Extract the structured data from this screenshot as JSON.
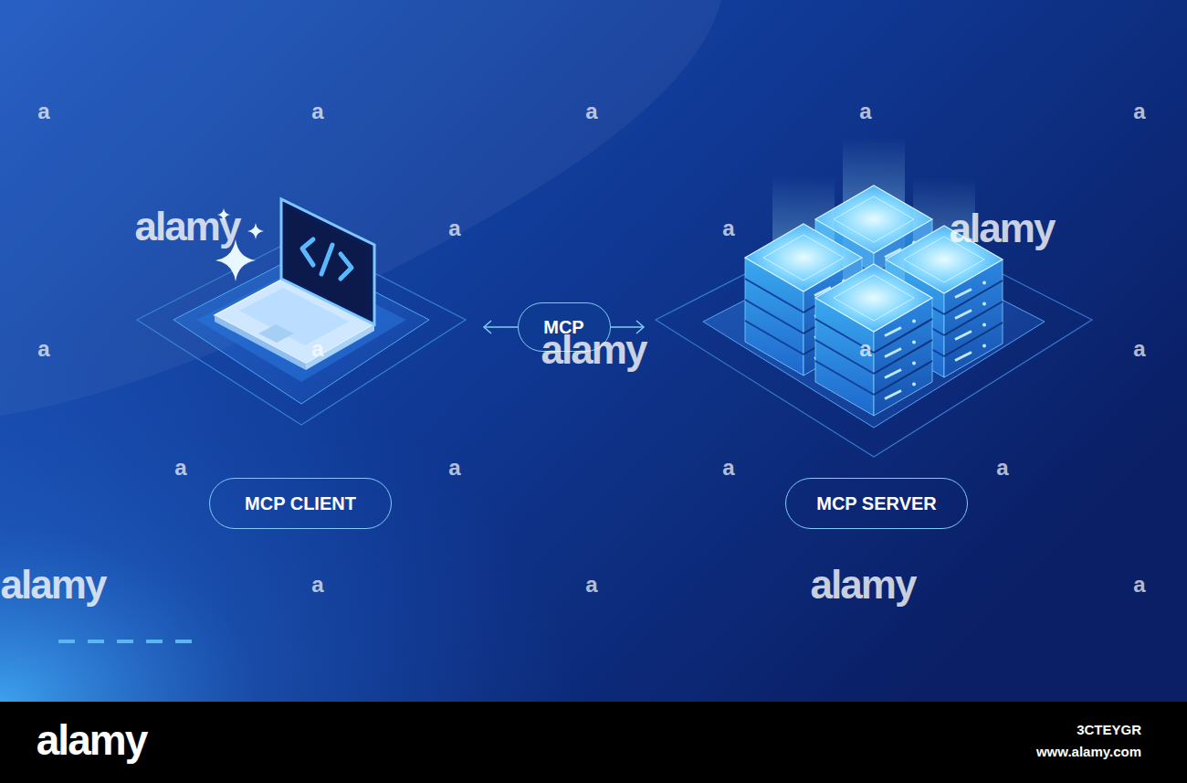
{
  "diagram": {
    "nodes": [
      {
        "text": [
          "MCP CLIENT"
        ]
      },
      {
        "text": [
          "MCP SERVER"
        ]
      }
    ],
    "edges": [
      {
        "from": 0,
        "to": 1,
        "label": "MCP",
        "arrow": "both"
      }
    ],
    "labels": [
      "a",
      "a",
      "a",
      "a",
      "a",
      "alamy",
      "a",
      "a",
      "alamy",
      "a",
      "a",
      "alamy",
      "a",
      "a",
      "a",
      "a",
      "a",
      "a",
      "alamy",
      "a",
      "a",
      "alamy",
      "a",
      "alamy",
      "3CTEYGR",
      "www.alamy.com"
    ]
  }
}
